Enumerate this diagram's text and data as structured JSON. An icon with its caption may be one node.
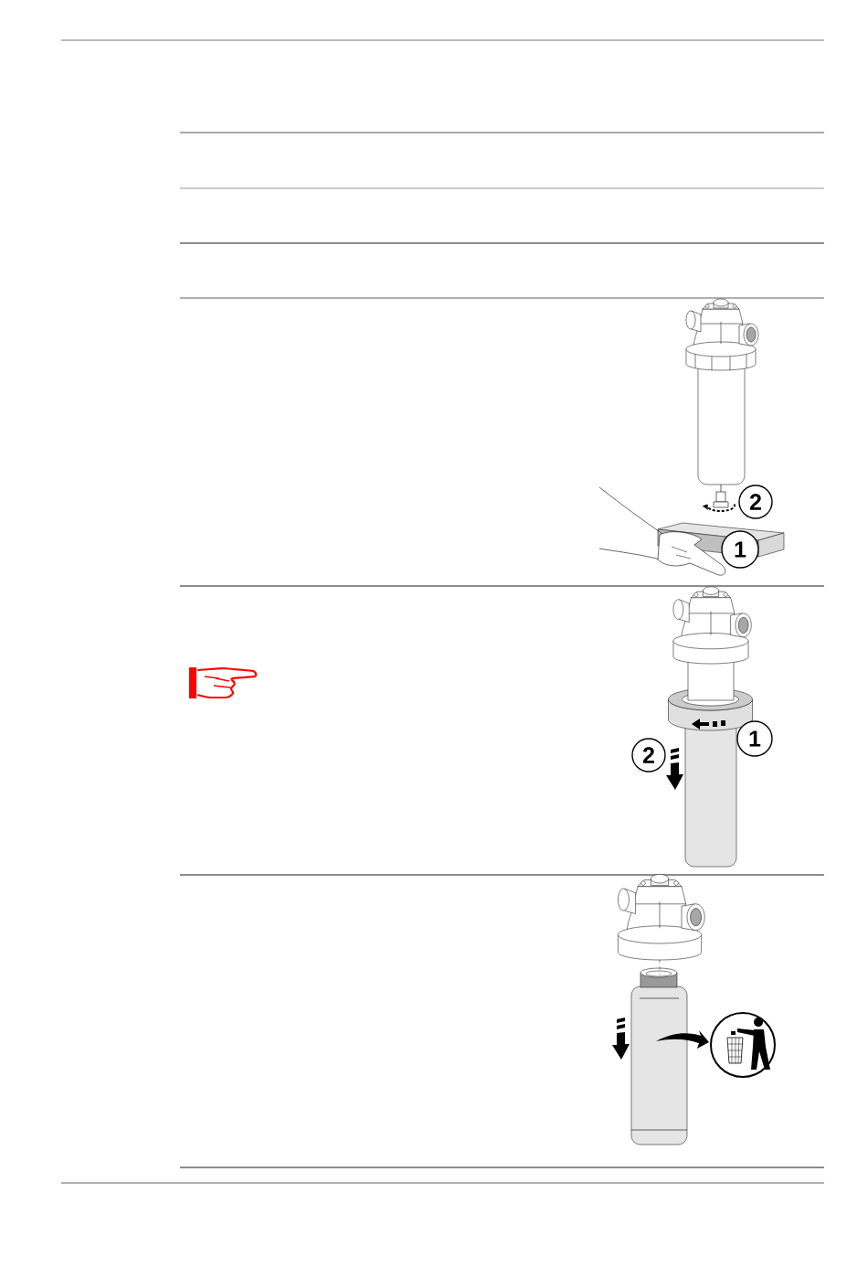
{
  "diagram": {
    "nodes": [
      {
        "text": [
          "2"
        ]
      },
      {
        "text": [
          "1"
        ]
      },
      {
        "text": [
          "1"
        ]
      },
      {
        "text": [
          "2"
        ]
      }
    ]
  }
}
